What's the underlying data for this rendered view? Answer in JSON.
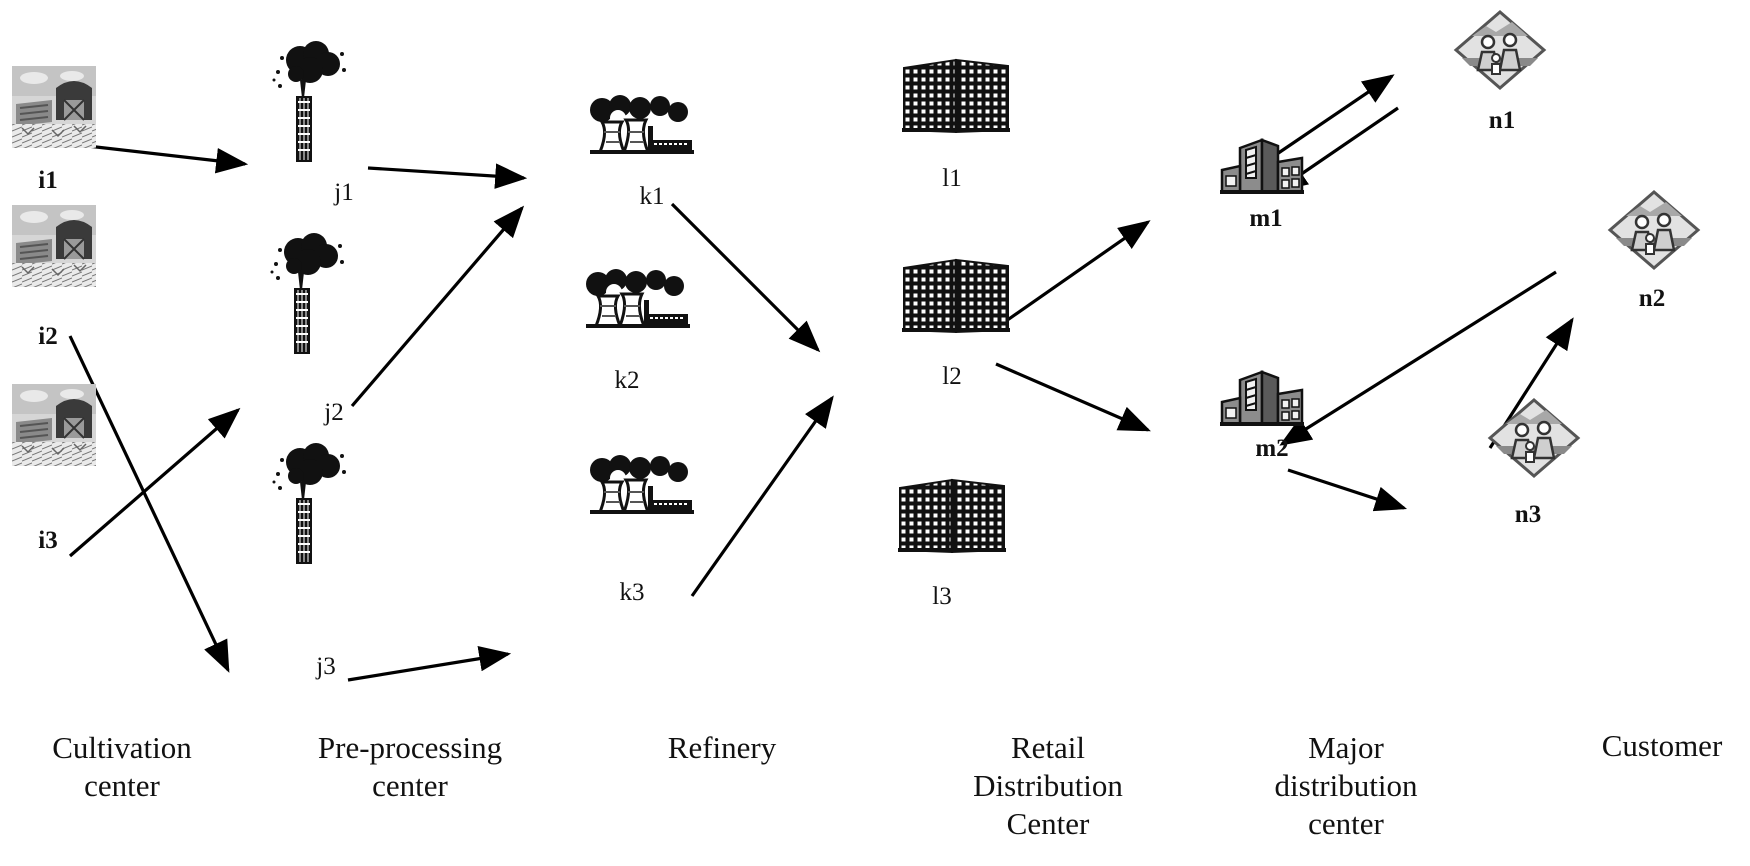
{
  "stages": [
    {
      "id": "cultivation",
      "lines": [
        "Cultivation",
        "center"
      ]
    },
    {
      "id": "preprocessing",
      "lines": [
        "Pre-processing",
        "center"
      ]
    },
    {
      "id": "refinery",
      "lines": [
        "Refinery"
      ]
    },
    {
      "id": "retail",
      "lines": [
        "Retail",
        "Distribution",
        "Center"
      ]
    },
    {
      "id": "major",
      "lines": [
        "Major",
        "distribution",
        "center"
      ]
    },
    {
      "id": "customer",
      "lines": [
        "Customer"
      ]
    }
  ],
  "nodes": [
    {
      "id": "i1",
      "label": "i1",
      "icon": "farm-icon",
      "bold": true
    },
    {
      "id": "i2",
      "label": "i2",
      "icon": "farm-icon",
      "bold": true
    },
    {
      "id": "i3",
      "label": "i3",
      "icon": "farm-icon",
      "bold": true
    },
    {
      "id": "j1",
      "label": "j1",
      "icon": "smokestack-icon",
      "bold": false
    },
    {
      "id": "j2",
      "label": "j2",
      "icon": "smokestack-icon",
      "bold": false
    },
    {
      "id": "j3",
      "label": "j3",
      "icon": "smokestack-icon",
      "bold": false
    },
    {
      "id": "k1",
      "label": "k1",
      "icon": "refinery-icon",
      "bold": false
    },
    {
      "id": "k2",
      "label": "k2",
      "icon": "refinery-icon",
      "bold": false
    },
    {
      "id": "k3",
      "label": "k3",
      "icon": "refinery-icon",
      "bold": false
    },
    {
      "id": "l1",
      "label": "l1",
      "icon": "office-building-icon",
      "bold": false
    },
    {
      "id": "l2",
      "label": "l2",
      "icon": "office-building-icon",
      "bold": false
    },
    {
      "id": "l3",
      "label": "l3",
      "icon": "office-building-icon",
      "bold": false
    },
    {
      "id": "m1",
      "label": "m1",
      "icon": "warehouse-building-icon",
      "bold": true
    },
    {
      "id": "m2",
      "label": "m2",
      "icon": "warehouse-building-icon",
      "bold": true
    },
    {
      "id": "n1",
      "label": "n1",
      "icon": "customer-family-icon",
      "bold": true
    },
    {
      "id": "n2",
      "label": "n2",
      "icon": "customer-family-icon",
      "bold": true
    },
    {
      "id": "n3",
      "label": "n3",
      "icon": "customer-family-icon",
      "bold": true
    }
  ],
  "edges": [
    {
      "from": "i1",
      "to": "j1"
    },
    {
      "from": "i2",
      "to": "j3"
    },
    {
      "from": "i3",
      "to": "j2"
    },
    {
      "from": "j1",
      "to": "k1"
    },
    {
      "from": "j2",
      "to": "k1"
    },
    {
      "from": "j3",
      "to": "k3"
    },
    {
      "from": "k1",
      "to": "l2"
    },
    {
      "from": "k3",
      "to": "l2"
    },
    {
      "from": "l2",
      "to": "m1"
    },
    {
      "from": "l2",
      "to": "m2"
    },
    {
      "from": "m1",
      "to": "n1"
    },
    {
      "from": "n1",
      "to": "m1"
    },
    {
      "from": "m2",
      "to": "n3"
    },
    {
      "from": "n3",
      "to": "n2"
    },
    {
      "from": "n2",
      "to": "m2"
    }
  ]
}
